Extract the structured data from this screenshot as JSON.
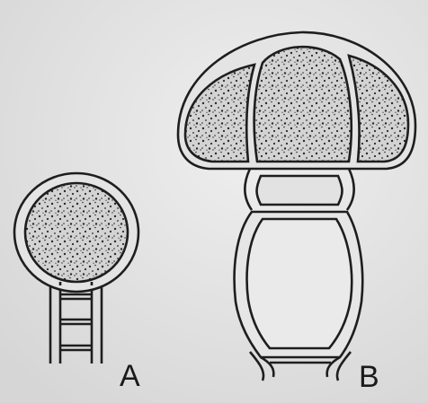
{
  "figure": {
    "labels": {
      "a": "A",
      "b": "B"
    },
    "colors": {
      "paper": "#dcdcdc",
      "paper_light": "#eeeeee",
      "ink": "#1e1e1e",
      "stipple_fill": "#d3d3d3",
      "stipple_dot": "#2a2a2a"
    },
    "icons": {
      "a": "stalked-round-head",
      "b": "mushroom-shaped-head"
    }
  }
}
